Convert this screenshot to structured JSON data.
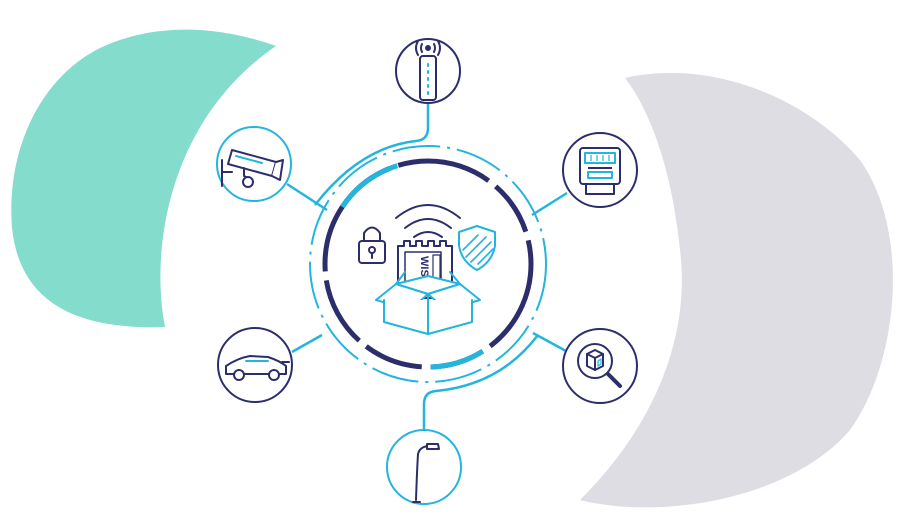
{
  "colors": {
    "teal": "#84dccc",
    "gray": "#dddde3",
    "cyan": "#23b5dd",
    "navy": "#2c2e6b",
    "white": "#ffffff"
  },
  "chip": {
    "label": "WISe"
  },
  "hub": {
    "icons": [
      "wifi-signal-icon",
      "padlock-icon",
      "shield-icon",
      "sim-chip-icon",
      "open-box-icon"
    ]
  },
  "devices": [
    {
      "id": "router",
      "icon": "wifi-router-icon"
    },
    {
      "id": "camera",
      "icon": "security-camera-icon"
    },
    {
      "id": "meter",
      "icon": "smart-meter-icon"
    },
    {
      "id": "car",
      "icon": "car-icon"
    },
    {
      "id": "inspect",
      "icon": "package-inspect-icon"
    },
    {
      "id": "streetlight",
      "icon": "streetlight-icon"
    }
  ]
}
